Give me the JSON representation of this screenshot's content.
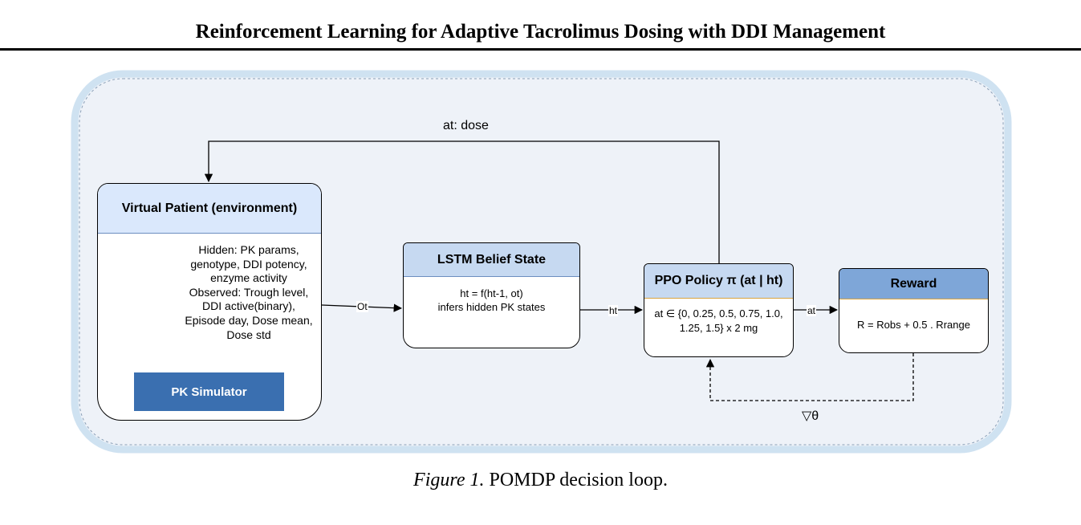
{
  "title": "Reinforcement Learning for Adaptive Tacrolimus Dosing with DDI Management",
  "diagram": {
    "patient": {
      "heading": "Virtual Patient (environment)",
      "description": "Hidden: PK params, genotype, DDI potency, enzyme activity Observed: Trough level, DDI active(binary), Episode day, Dose mean, Dose std",
      "simulator_label": "PK Simulator",
      "icon": "patient-with-iv-bag-icon"
    },
    "lstm": {
      "heading": "LSTM Belief State",
      "line1": "ht = f(ht-1, ot)",
      "line2": "infers hidden PK states"
    },
    "ppo": {
      "heading": "PPO Policy π (at | ht)",
      "body": "at ∈ {0, 0.25, 0.5, 0.75, 1.0, 1.25, 1.5} x 2 mg"
    },
    "reward": {
      "heading": "Reward",
      "formula": "R = Robs + 0.5 . Rrange"
    },
    "edges": {
      "observation": "Ot",
      "hidden": "ht",
      "action": "at",
      "feedback": "at: dose",
      "gradient": "▽θ"
    }
  },
  "caption": {
    "label": "Figure 1.",
    "text": "POMDP decision loop."
  },
  "colors": {
    "outer_border": "#cfe2f1",
    "outer_fill": "#eef2f8",
    "head_light": "#dae8fc",
    "head_mid": "#c6d9f1",
    "head_dark": "#7ea6d8",
    "simulator": "#3a6fb0",
    "accent_border": "#d9a441"
  }
}
